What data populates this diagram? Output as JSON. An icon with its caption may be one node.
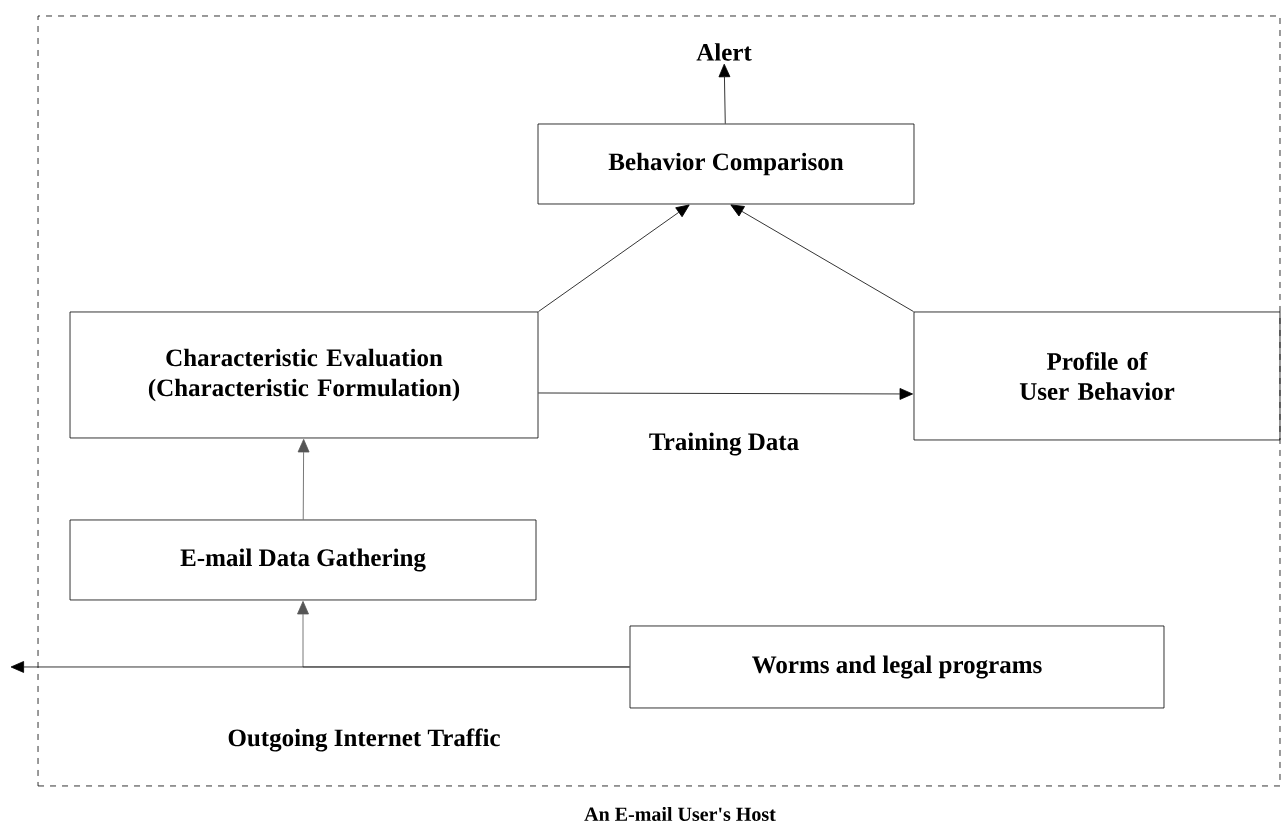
{
  "diagram": {
    "nodes": [
      {
        "text": [
          "An E-mail User's Host"
        ]
      },
      {
        "text": [
          "Alert"
        ],
        "in": 0
      },
      {
        "text": [
          "Behavior Comparison"
        ],
        "in": 0
      },
      {
        "text": [
          "Characteristic Evaluation (Characteristic Formulation)"
        ],
        "in": 0
      },
      {
        "text": [
          "Profile of User Behavior"
        ],
        "in": 0
      },
      {
        "text": [
          "E-mail Data Gathering"
        ],
        "in": 0
      },
      {
        "text": [
          "Worms and legal programs"
        ],
        "in": 0
      }
    ],
    "edges": [
      {
        "from": 2,
        "to": 1,
        "arrow": "to"
      },
      {
        "from": 3,
        "to": 2,
        "arrow": "to"
      },
      {
        "from": 4,
        "to": 2,
        "arrow": "to"
      },
      {
        "from": 3,
        "to": 4,
        "arrow": "to",
        "label": "Training Data"
      },
      {
        "from": 5,
        "to": 3,
        "arrow": "to",
        "color": "#555555"
      },
      {
        "from": 6,
        "to": 5,
        "arrow": "to",
        "color": "#555555"
      },
      {
        "from": 6,
        "to": null,
        "arrow": "to",
        "label": "Outgoing Internet Traffic"
      }
    ]
  }
}
